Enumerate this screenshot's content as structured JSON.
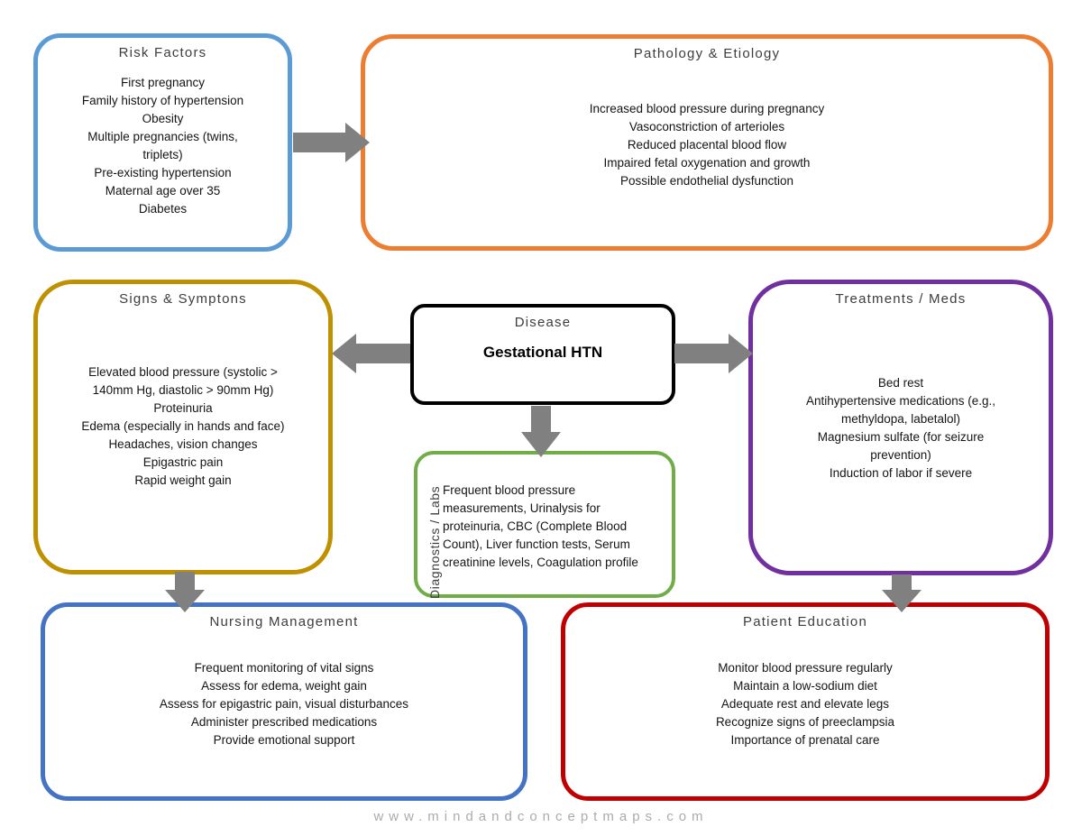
{
  "colors": {
    "risk_border": "#5B9BD5",
    "pathology_border": "#ED7D31",
    "signs_border": "#BF9000",
    "disease_border": "#000000",
    "treatments_border": "#7030A0",
    "diagnostics_border": "#70AD47",
    "nursing_border": "#4472C4",
    "education_border": "#C00000",
    "arrow": "#808080",
    "background": "#FFFFFF"
  },
  "boxes": {
    "risk_factors": {
      "title": "Risk Factors",
      "content": "First pregnancy\nFamily history of hypertension\nObesity\nMultiple pregnancies (twins,\ntriplets)\nPre-existing hypertension\nMaternal age over 35\nDiabetes"
    },
    "pathology": {
      "title": "Pathology & Etiology",
      "content": "Increased blood pressure during pregnancy\nVasoconstriction of arterioles\nReduced placental blood flow\nImpaired fetal oxygenation and growth\nPossible endothelial dysfunction"
    },
    "signs": {
      "title": "Signs & Symptons",
      "content": "Elevated blood pressure (systolic >\n140mm Hg, diastolic > 90mm Hg)\nProteinuria\nEdema (especially in hands and face)\nHeadaches, vision changes\nEpigastric pain\nRapid weight gain"
    },
    "disease": {
      "title": "Disease",
      "name": "Gestational HTN"
    },
    "treatments": {
      "title": "Treatments / Meds",
      "content": "Bed rest\nAntihypertensive medications (e.g.,\nmethyldopa, labetalol)\nMagnesium sulfate (for seizure\nprevention)\nInduction of labor if severe"
    },
    "diagnostics": {
      "title": "Diagnostics / Labs",
      "content": "Frequent blood pressure\nmeasurements, Urinalysis for\nproteinuria, CBC (Complete Blood\nCount), Liver function tests, Serum\ncreatinine levels, Coagulation profile"
    },
    "nursing": {
      "title": "Nursing Management",
      "content": "Frequent monitoring of vital signs\nAssess for edema, weight gain\nAssess for epigastric pain, visual disturbances\nAdminister prescribed medications\nProvide emotional support"
    },
    "education": {
      "title": "Patient Education",
      "content": "Monitor blood pressure regularly\nMaintain a low-sodium diet\nAdequate rest and elevate legs\nRecognize signs of preeclampsia\nImportance of prenatal care"
    }
  },
  "watermark": "www.mindandconceptmaps.com"
}
